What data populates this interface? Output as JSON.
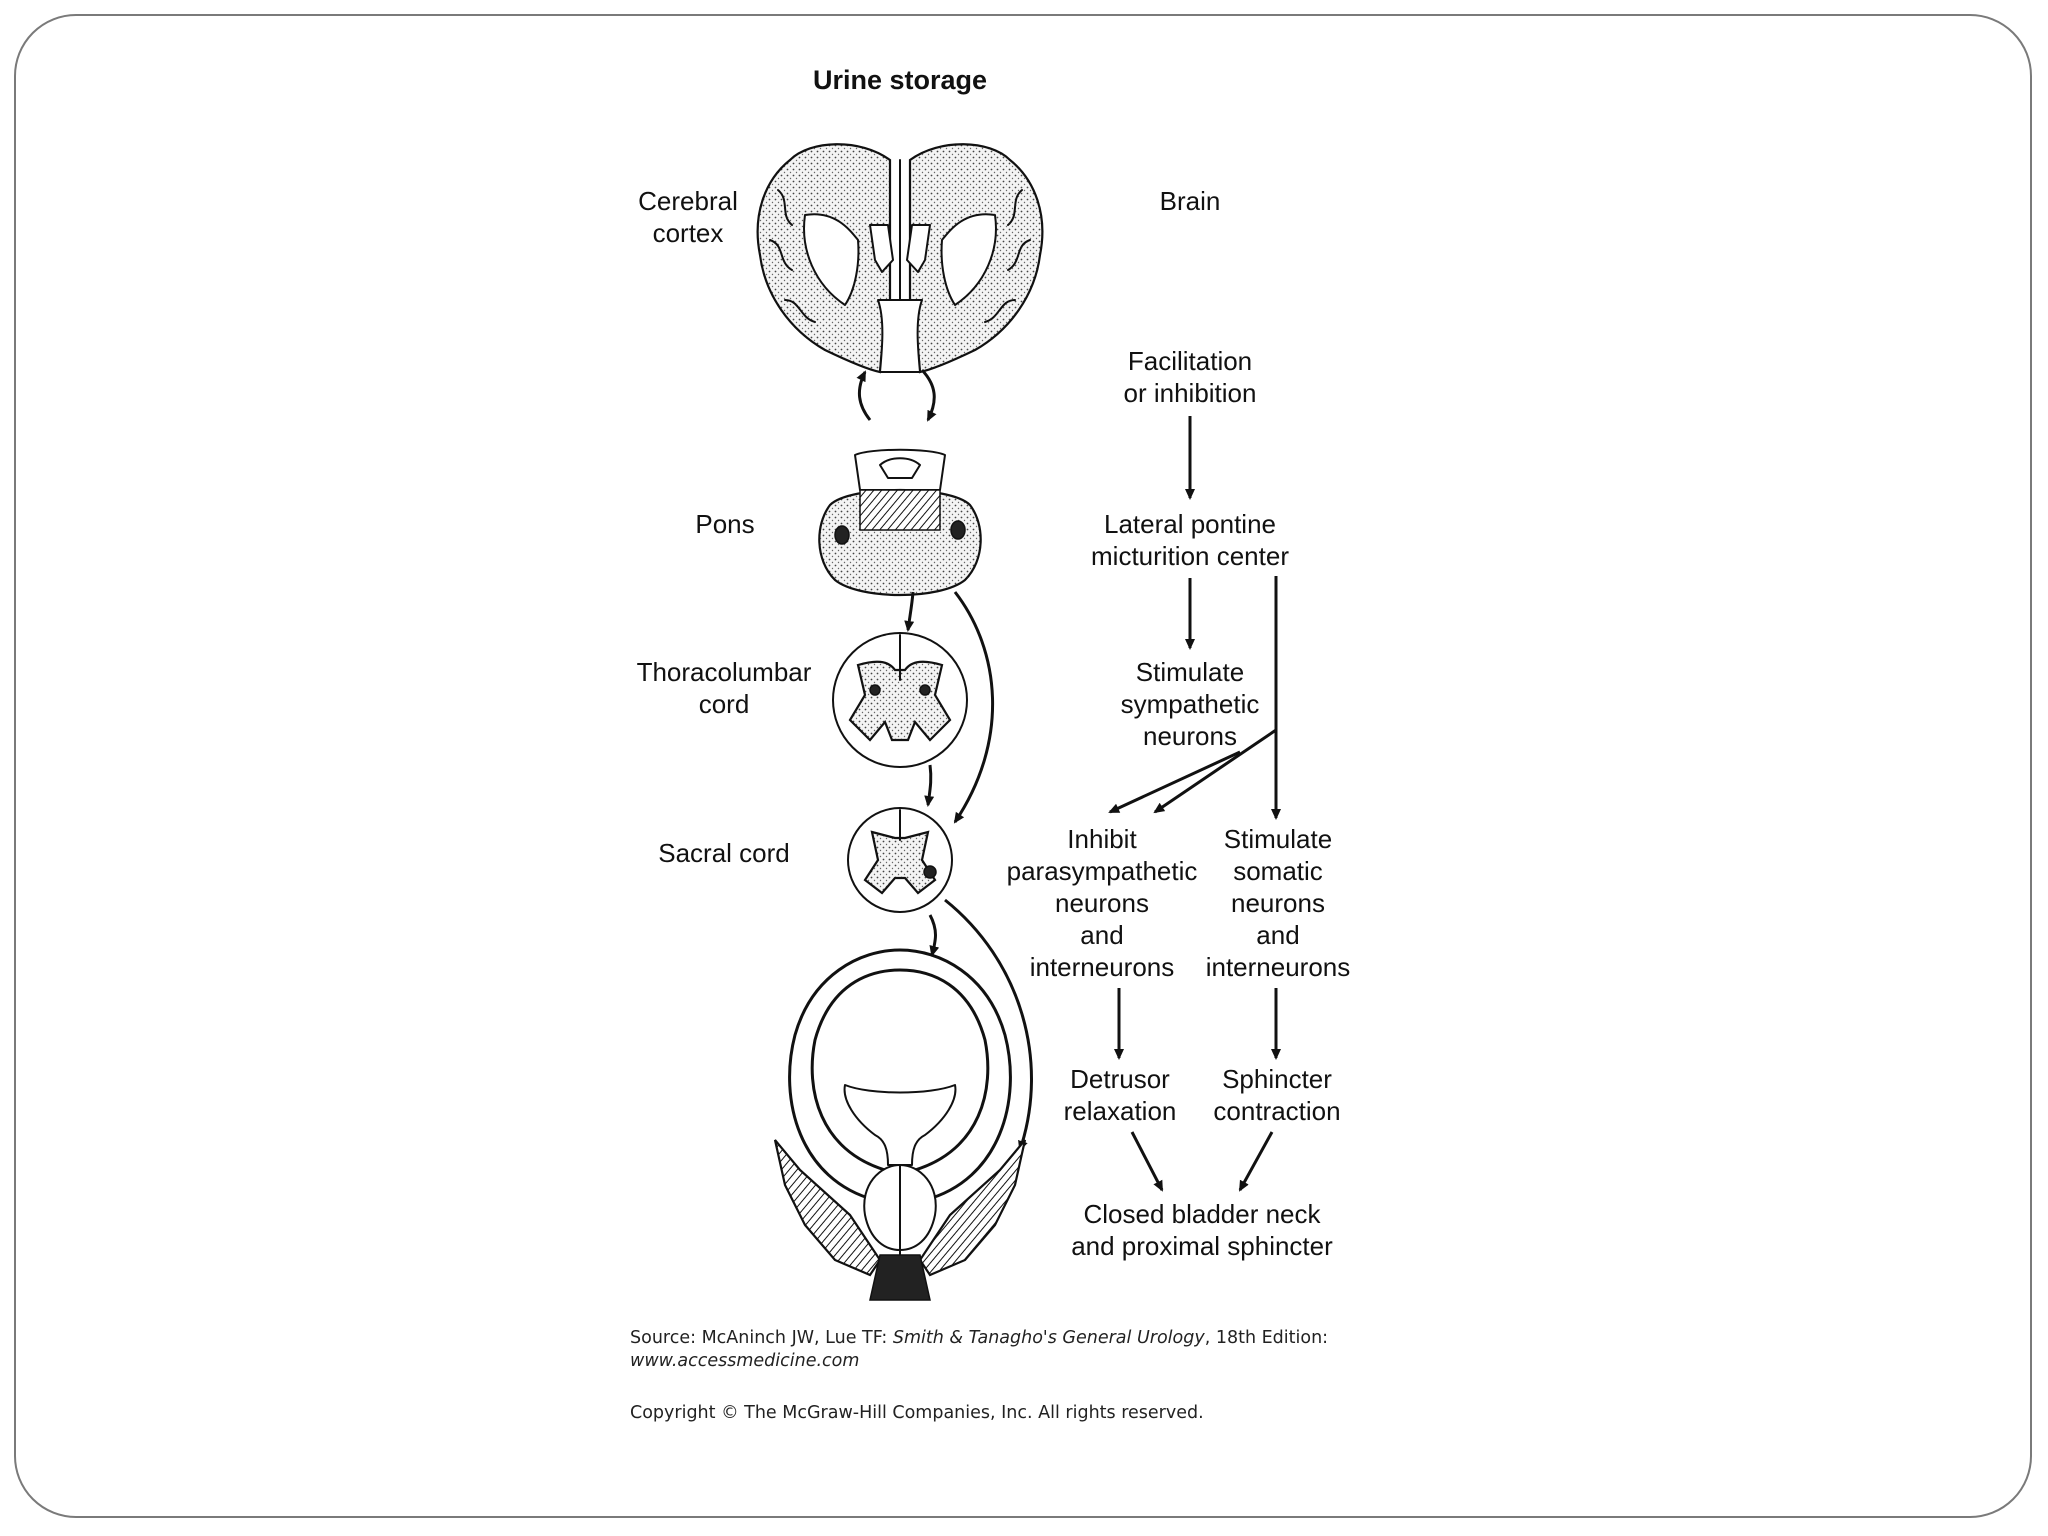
{
  "title": "Urine storage",
  "anatomy_labels": {
    "cerebral_cortex": [
      "Cerebral",
      "cortex"
    ],
    "pons": "Pons",
    "thoracolumbar_cord": [
      "Thoracolumbar",
      "cord"
    ],
    "sacral_cord": "Sacral cord"
  },
  "flow": {
    "brain": "Brain",
    "facilitation": [
      "Facilitation",
      "or inhibition"
    ],
    "lateral_pontine": [
      "Lateral pontine",
      "micturition center"
    ],
    "stimulate_sympathetic": [
      "Stimulate",
      "sympathetic",
      "neurons"
    ],
    "inhibit_parasympathetic": [
      "Inhibit",
      "parasympathetic",
      "neurons",
      "and",
      "interneurons"
    ],
    "stimulate_somatic": [
      "Stimulate",
      "somatic",
      "neurons",
      "and",
      "interneurons"
    ],
    "detrusor_relaxation": [
      "Detrusor",
      "relaxation"
    ],
    "sphincter_contraction": [
      "Sphincter",
      "contraction"
    ],
    "closed_bladder_neck": [
      "Closed bladder neck",
      "and proximal sphincter"
    ]
  },
  "source": {
    "prefix": "Source: McAninch JW, Lue TF: ",
    "book": "Smith & Tanagho's General Urology",
    "suffix": ", 18th Edition:",
    "url": "www.accessmedicine.com",
    "copyright": "Copyright © The McGraw-Hill Companies, Inc. All rights reserved."
  }
}
